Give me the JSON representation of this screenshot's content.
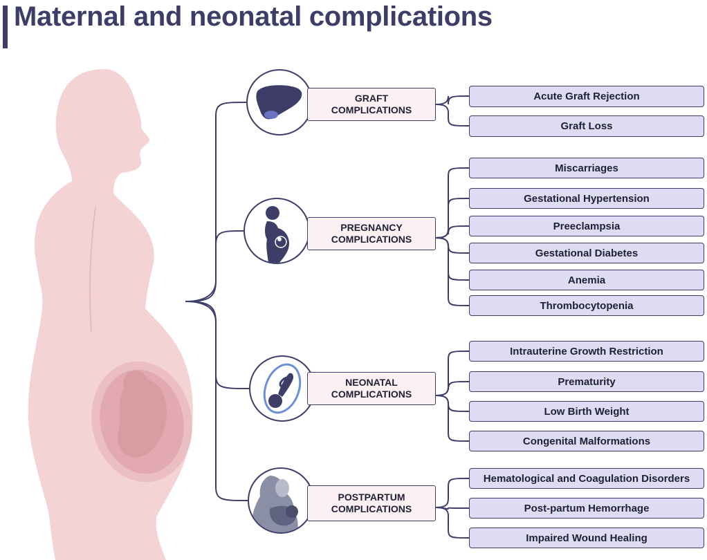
{
  "title": "Maternal and neonatal complications",
  "colors": {
    "title": "#3d3d68",
    "category_fill": "#fcf0f3",
    "leaf_fill": "#dddcf3",
    "line": "#3d3d68",
    "silhouette": "#f4d3d5"
  },
  "categories": [
    {
      "line1": "GRAFT",
      "line2": "COMPLICATIONS",
      "icon": "liver-icon",
      "items": [
        "Acute Graft Rejection",
        "Graft Loss"
      ]
    },
    {
      "line1": "PREGNANCY",
      "line2": "COMPLICATIONS",
      "icon": "pregnant-woman-icon",
      "items": [
        "Miscarriages",
        "Gestational Hypertension",
        "Preeclampsia",
        "Gestational Diabetes",
        "Anemia",
        "Thrombocytopenia"
      ]
    },
    {
      "line1": "NEONATAL",
      "line2": "COMPLICATIONS",
      "icon": "fetus-icon",
      "items": [
        "Intrauterine Growth Restriction",
        "Prematurity",
        "Low Birth Weight",
        "Congenital Malformations"
      ]
    },
    {
      "line1": "POSTPARTUM",
      "line2": "COMPLICATIONS",
      "icon": "breastfeeding-mother-icon",
      "items": [
        "Hematological and Coagulation Disorders",
        "Post-partum Hemorrhage",
        "Impaired Wound Healing"
      ]
    }
  ]
}
